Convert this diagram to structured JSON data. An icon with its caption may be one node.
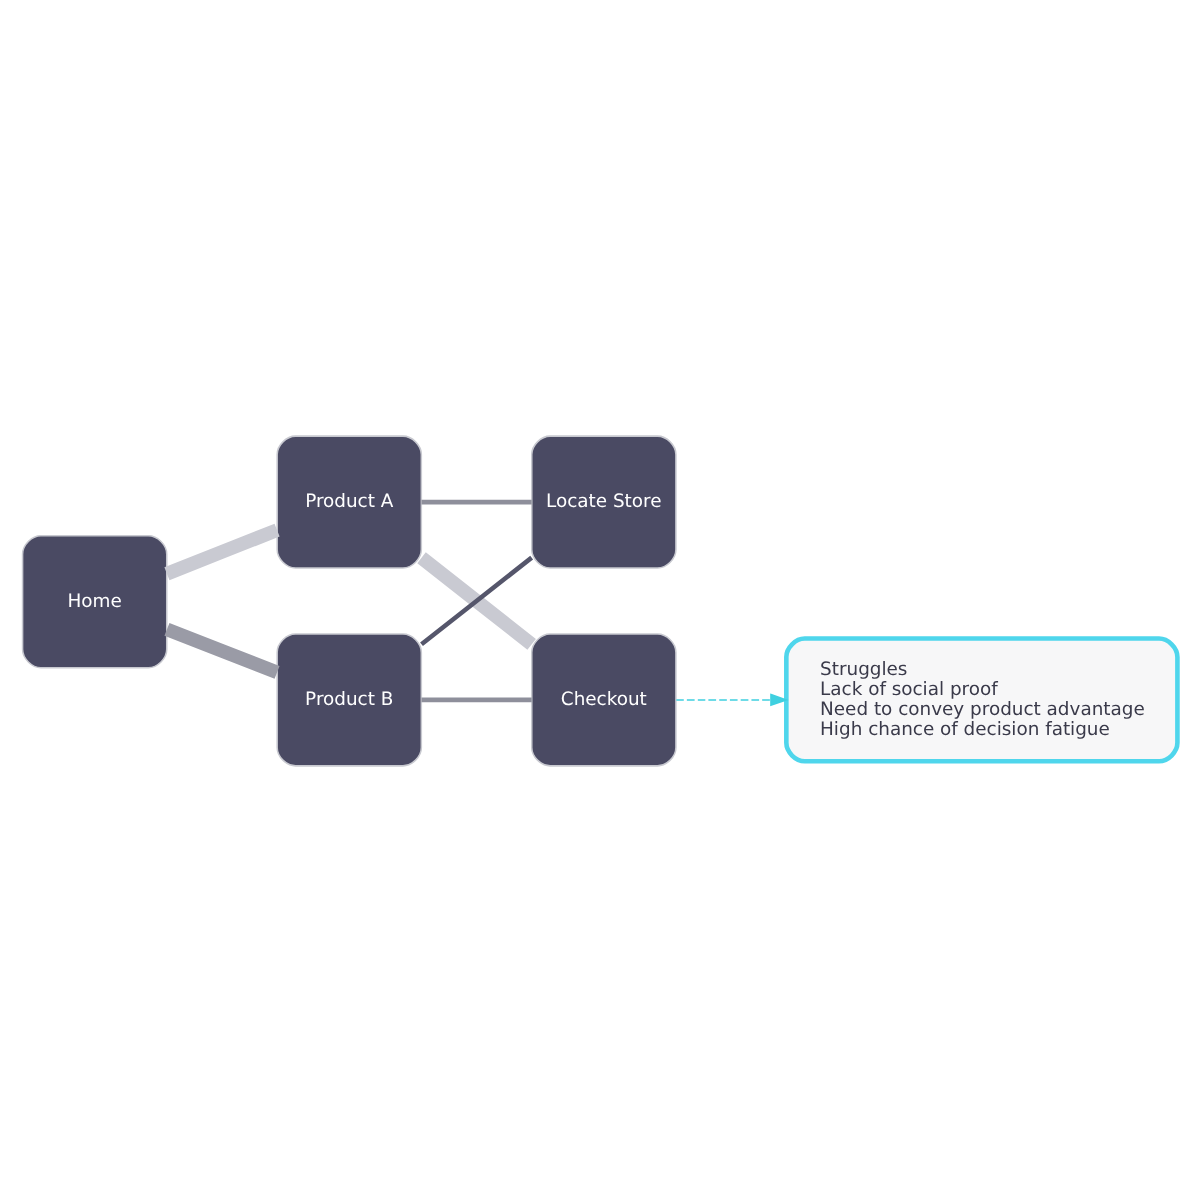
{
  "diagram": {
    "nodes": [
      {
        "text": [
          "Home"
        ]
      },
      {
        "text": [
          "Product A"
        ]
      },
      {
        "text": [
          "Product B"
        ]
      },
      {
        "text": [
          "Locate Store"
        ]
      },
      {
        "text": [
          "Checkout"
        ]
      },
      {
        "text": [
          "Struggles",
          "Lack of social proof",
          "Need to convey product advantage",
          "High chance of decision fatigue"
        ]
      }
    ],
    "edges": [
      {
        "from": 0,
        "to": 1,
        "arrow": "none",
        "style": "thick",
        "color": "#c9cad2"
      },
      {
        "from": 0,
        "to": 2,
        "arrow": "none",
        "style": "thick",
        "color": "#9a9ba6"
      },
      {
        "from": 1,
        "to": 3,
        "arrow": "none",
        "color": "#8e8f9b"
      },
      {
        "from": 1,
        "to": 4,
        "arrow": "none",
        "style": "thick",
        "color": "#c9cad2"
      },
      {
        "from": 2,
        "to": 3,
        "arrow": "none",
        "color": "#55566b"
      },
      {
        "from": 2,
        "to": 4,
        "arrow": "none",
        "color": "#8e8f9b"
      },
      {
        "from": 4,
        "to": 5,
        "arrow": "to",
        "style": "dashed",
        "color": "#3fd0e0"
      }
    ]
  }
}
